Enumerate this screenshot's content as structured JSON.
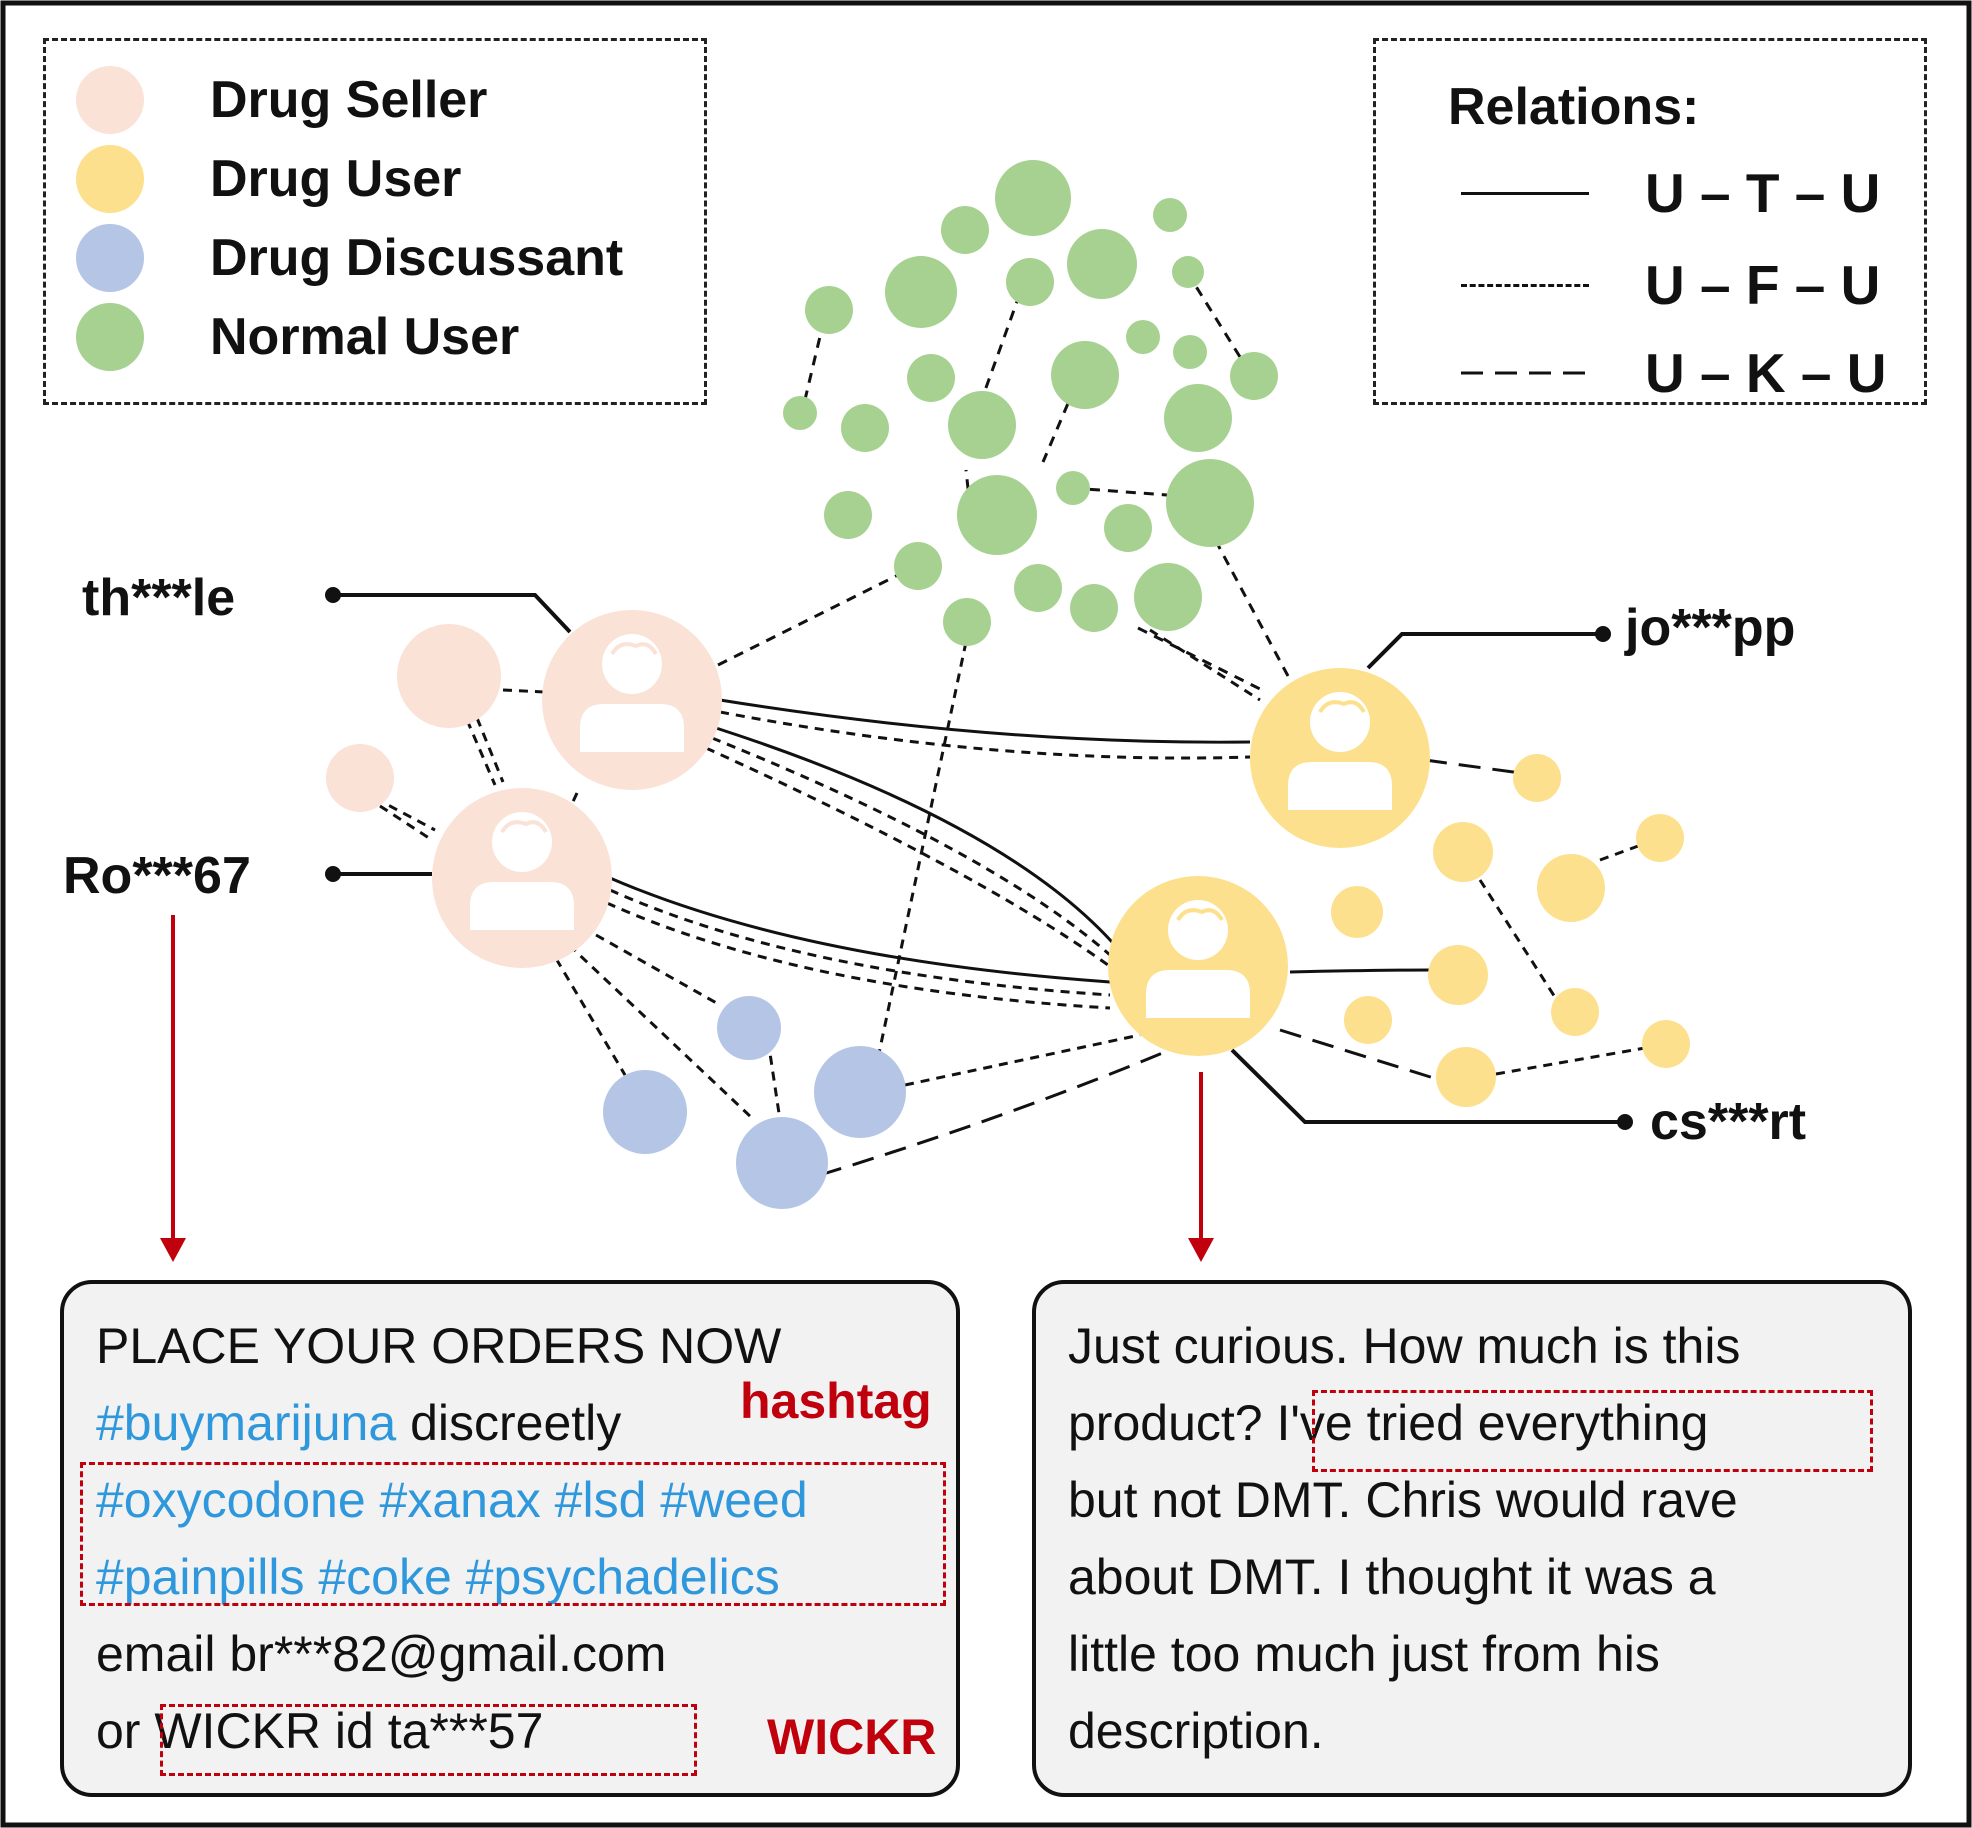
{
  "legend": {
    "items": [
      {
        "label": "Drug Seller",
        "color": "#fbe2d7"
      },
      {
        "label": "Drug User",
        "color": "#fde08e"
      },
      {
        "label": "Drug Discussant",
        "color": "#b4c5e5"
      },
      {
        "label": "Normal User",
        "color": "#a7d191"
      }
    ]
  },
  "relations": {
    "title": "Relations:",
    "items": [
      {
        "label": "U – T – U",
        "style": "solid"
      },
      {
        "label": "U – F – U",
        "style": "short-dash"
      },
      {
        "label": "U – K – U",
        "style": "long-dash"
      }
    ]
  },
  "users": {
    "seller_1": "th***le",
    "seller_2": "Ro***67",
    "user_1": "jo***pp",
    "user_2": "cs***rt"
  },
  "posts": {
    "seller": {
      "line1": "PLACE YOUR ORDERS NOW",
      "line2_tag": "#buymarijuna",
      "line2_rest": " discreetly",
      "line3": "#oxycodone #xanax #lsd #weed",
      "line4": "#painpills #coke #psychadelics",
      "line5": "email br***82@gmail.com",
      "line6_pre": "or ",
      "line6_boxed": "WICKR id ta***57",
      "hashtag_label": "hashtag",
      "wickr_label": "WICKR"
    },
    "user": {
      "line1": "Just curious. How much is this",
      "line2_pre": "product? ",
      "line2_boxed": "I've tried everything",
      "line3": "but not DMT. Chris would rave",
      "line4": "about DMT. I thought it was a",
      "line5": "little too much just from his",
      "line6": "description."
    }
  },
  "colors": {
    "seller": "#fbe2d7",
    "user": "#fde08e",
    "discussant": "#b4c5e5",
    "normal": "#a7d191",
    "annotation": "#c0000c",
    "hashtag": "#2f97dc"
  },
  "icons": [
    "person-icon"
  ]
}
